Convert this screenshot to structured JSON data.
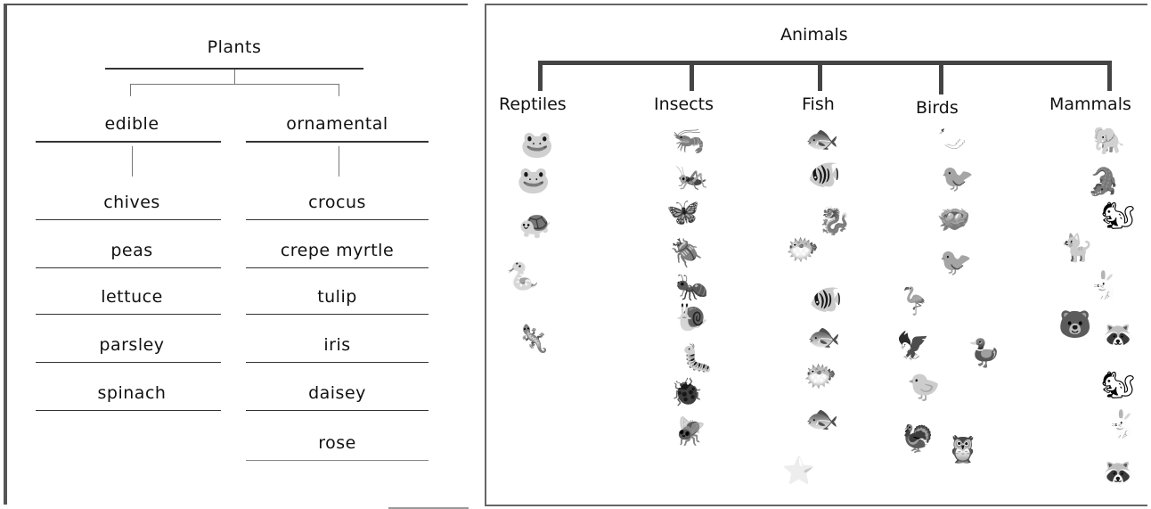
{
  "plants": {
    "title": "Plants",
    "categories": [
      {
        "label": "edible",
        "items": [
          "chives",
          "peas",
          "lettuce",
          "parsley",
          "spinach"
        ]
      },
      {
        "label": "ornamental",
        "items": [
          "crocus",
          "crepe myrtle",
          "tulip",
          "iris",
          "daisey",
          "rose"
        ]
      }
    ]
  },
  "animals": {
    "title": "Animals",
    "groups": [
      {
        "label": "Reptiles",
        "icons": [
          "frog-icon",
          "frog-icon",
          "turtle-icon",
          "snake-icon",
          "lizard-icon"
        ]
      },
      {
        "label": "Insects",
        "icons": [
          "shrimp-icon",
          "grasshopper-icon",
          "moth-icon",
          "beetle-icon",
          "ant-icon",
          "snail-icon",
          "caterpillar-icon",
          "bug-icon",
          "dragonfly-icon"
        ]
      },
      {
        "label": "Fish",
        "icons": [
          "fish-icon",
          "fishbowl-icon",
          "seahorse-icon",
          "stingray-icon",
          "tropical-fish-icon",
          "fish-icon",
          "fish-icon",
          "fish-icon",
          "starfish-icon"
        ]
      },
      {
        "label": "Birds",
        "icons": [
          "swan-icon",
          "toucan-icon",
          "nest-icon",
          "woodpecker-icon",
          "flamingo-icon",
          "eagle-icon",
          "duck-icon",
          "bird-icon",
          "turkey-icon",
          "owl-icon"
        ]
      },
      {
        "label": "Mammals",
        "icons": [
          "elephant-icon",
          "alligator-icon",
          "squirrel-icon",
          "cat-icon",
          "rabbit-icon",
          "bear-icon",
          "raccoon-icon"
        ]
      }
    ]
  }
}
